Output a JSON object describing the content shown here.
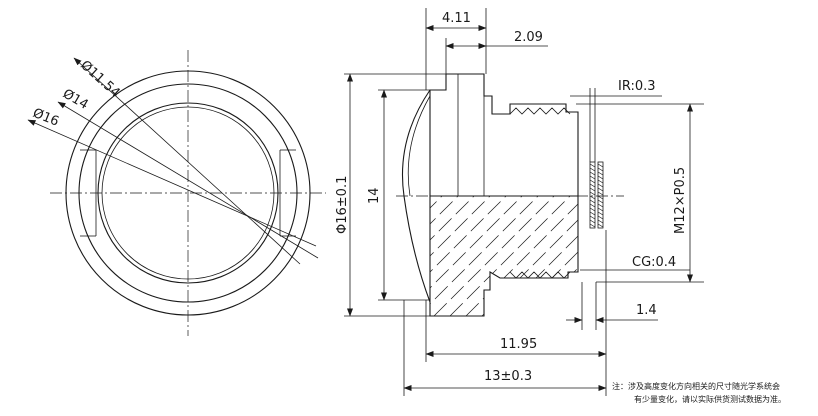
{
  "front_view": {
    "diameters": [
      "Ø11.54",
      "Ø14",
      "Ø16"
    ]
  },
  "side_view": {
    "dims": {
      "d_4_11": "4.11",
      "d_2_09": "2.09",
      "ir": "IR:0.3",
      "outer_dia": "Φ16±0.1",
      "inner_14": "14",
      "thread": "M12×P0.5",
      "cg": "CG:0.4",
      "d_1_4": "1.4",
      "d_11_95": "11.95",
      "d_13": "13±0.3"
    }
  },
  "note": {
    "line1": "注：涉及高度变化方向相关的尺寸随光学系统会",
    "line2": "有少量变化，请以实际供货测试数据为准。"
  }
}
